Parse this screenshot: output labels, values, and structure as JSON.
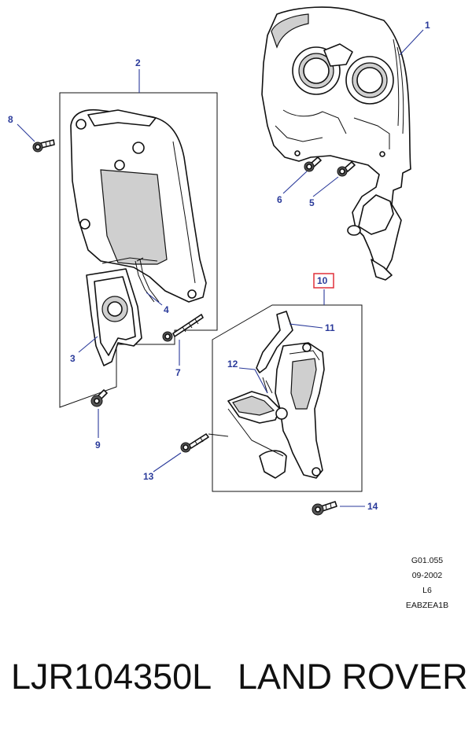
{
  "diagram": {
    "callouts": [
      {
        "id": "1",
        "label": "1"
      },
      {
        "id": "2",
        "label": "2"
      },
      {
        "id": "3",
        "label": "3"
      },
      {
        "id": "4",
        "label": "4"
      },
      {
        "id": "5",
        "label": "5"
      },
      {
        "id": "6",
        "label": "6"
      },
      {
        "id": "7",
        "label": "7"
      },
      {
        "id": "8",
        "label": "8"
      },
      {
        "id": "9",
        "label": "9"
      },
      {
        "id": "10",
        "label": "10",
        "highlighted": true
      },
      {
        "id": "11",
        "label": "11"
      },
      {
        "id": "12",
        "label": "12"
      },
      {
        "id": "13",
        "label": "13"
      },
      {
        "id": "14",
        "label": "14"
      }
    ],
    "reference": {
      "line1": "G01.055",
      "line2": "09-2002",
      "line3": "L6",
      "line4": "EABZEA1B"
    }
  },
  "caption": {
    "part_number": "LJR104350L",
    "brand": "LAND ROVER"
  },
  "colors": {
    "callout": "#2a3a9a",
    "highlight_box": "#e0303a",
    "line": "#111111"
  }
}
